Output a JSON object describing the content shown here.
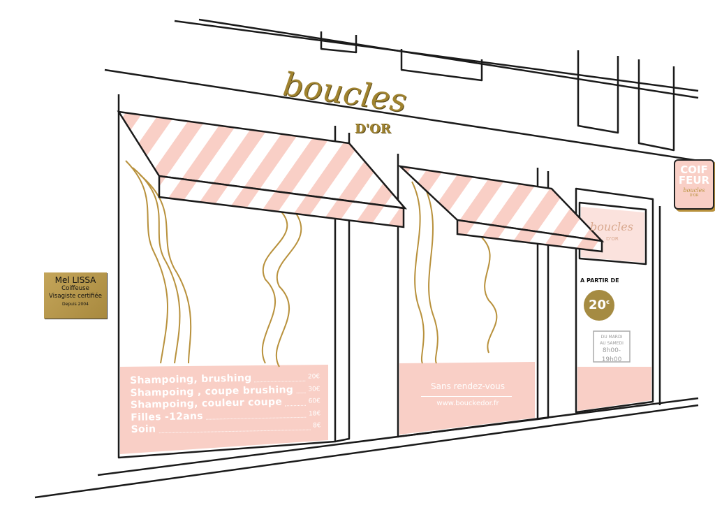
{
  "storefront": {
    "logo": {
      "word": "boucles",
      "sub": "D'OR"
    },
    "plaque": {
      "name": "Mel LISSA",
      "line1": "Coiffeuse",
      "line2": "Visagiste certifiée",
      "since": "Depuis 2004"
    },
    "menu": [
      {
        "name": "Shampoing, brushing",
        "price": "20€"
      },
      {
        "name": "Shampoing , coupe brushing",
        "price": "30€"
      },
      {
        "name": "Shampoing, couleur coupe",
        "price": "60€"
      },
      {
        "name": "Filles -12ans",
        "price": "18€"
      },
      {
        "name": "Soin",
        "price": "8€"
      }
    ],
    "middle_window": {
      "no_appointment": "Sans rendez-vous",
      "website": "www.bouckedor.fr"
    },
    "door": {
      "logo_word": "boucles",
      "logo_sub": "D'OR",
      "from_label": "A PARTIR DE",
      "price": "20",
      "currency": "€",
      "days1": "DU MARDI",
      "days2": "AU SAMEDI",
      "hours": "8h00-19h00"
    },
    "sign": {
      "line1": "COIF",
      "line2": "FEUR",
      "logo_word": "boucles",
      "logo_sub": "D'OR"
    },
    "colors": {
      "pink": "#f9cfc6",
      "gold": "#b8913c",
      "ink": "#1a1a1a"
    }
  }
}
